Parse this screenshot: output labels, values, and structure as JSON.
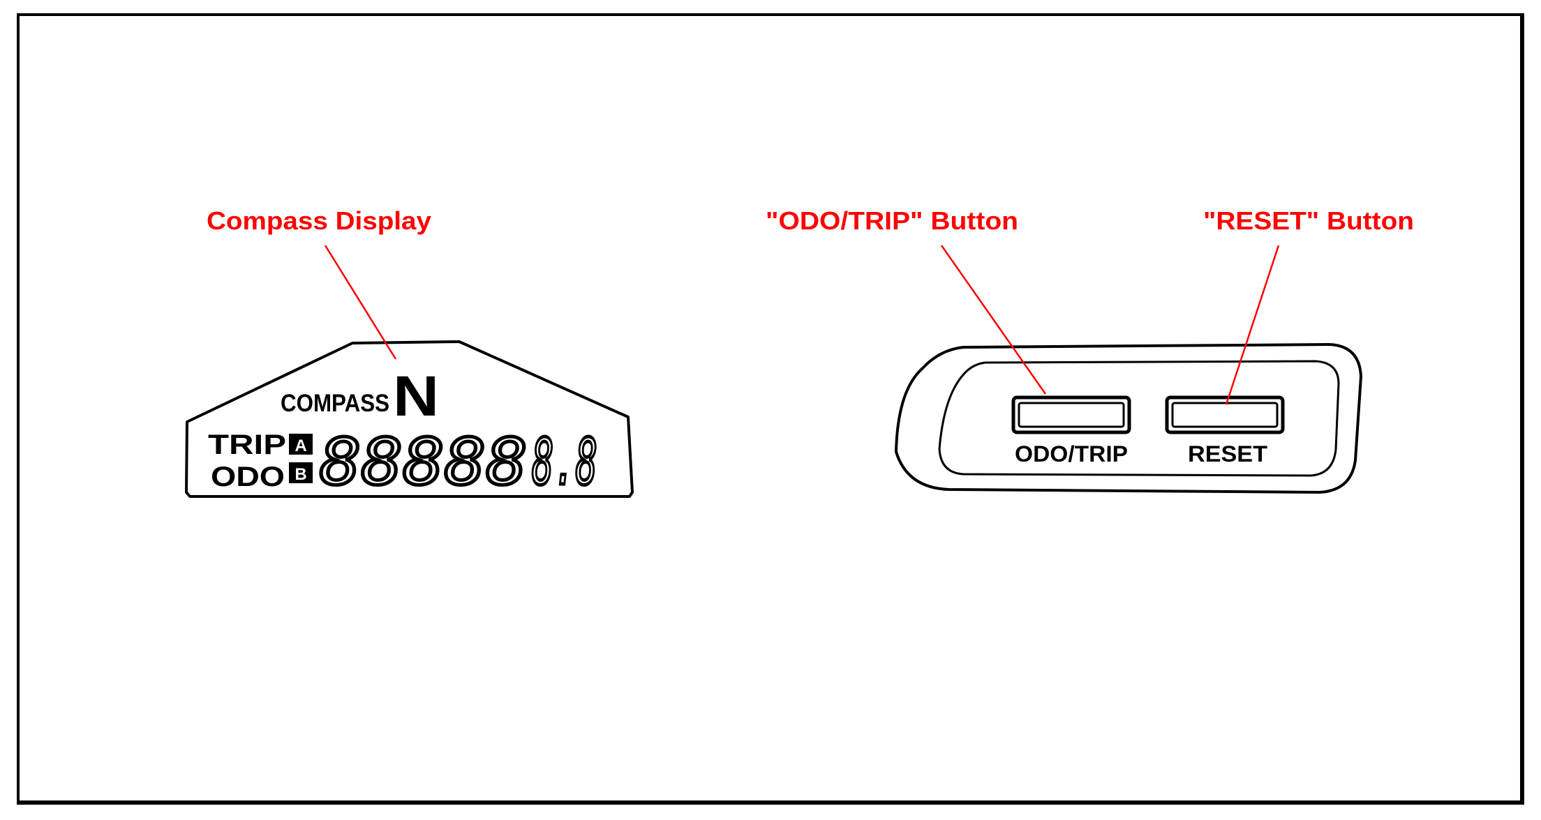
{
  "colors": {
    "callout": "#ff0000",
    "ink": "#000000",
    "background": "#ffffff"
  },
  "callouts": {
    "compass_display": "Compass Display",
    "odo_trip_button": "\"ODO/TRIP\" Button",
    "reset_button": "\"RESET\" Button"
  },
  "display": {
    "compass_label": "COMPASS",
    "heading": "N",
    "trip_label": "TRIP",
    "odo_label": "ODO",
    "trip_a": "A",
    "trip_b": "B",
    "digits": "88888",
    "last_digit": "8.8"
  },
  "panel": {
    "odo_trip_label": "ODO/TRIP",
    "reset_label": "RESET"
  }
}
